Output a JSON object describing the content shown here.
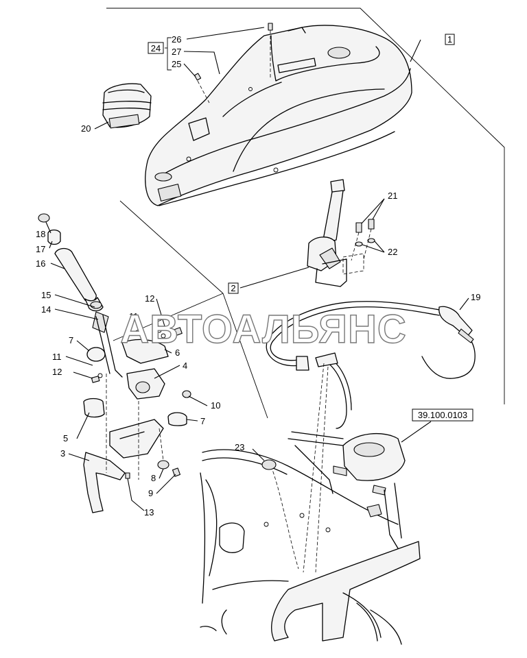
{
  "watermark": "АВТОАЛЬЯНС",
  "section_ref": "39.100.0103",
  "boxed_labels": {
    "b1": "1",
    "b2": "2",
    "b24": "24"
  },
  "callouts": {
    "c3": "3",
    "c4": "4",
    "c5": "5",
    "c6": "6",
    "c7a": "7",
    "c7b": "7",
    "c8": "8",
    "c9": "9",
    "c10": "10",
    "c11a": "11",
    "c11b": "11",
    "c12a": "12",
    "c12b": "12",
    "c13": "13",
    "c14": "14",
    "c15": "15",
    "c16": "16",
    "c17": "17",
    "c18": "18",
    "c19": "19",
    "c20": "20",
    "c21": "21",
    "c22": "22",
    "c23": "23",
    "c25": "25",
    "c26": "26",
    "c27": "27"
  },
  "colors": {
    "line": "#000000",
    "background": "#ffffff",
    "watermark_outline": "#777777"
  }
}
